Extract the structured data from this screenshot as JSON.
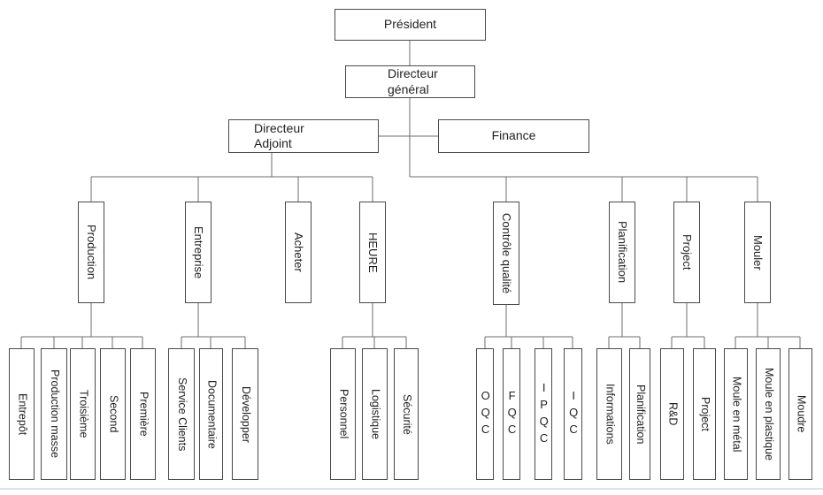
{
  "palette": {
    "box_border": "#4a4a4a",
    "connector_line": "#6e6e6e",
    "text": "#1f1f1f",
    "footer_rule": "#dde3ec",
    "background": "#ffffff"
  },
  "nodes": {
    "president": "Président",
    "directeur_general": "Directeur général",
    "directeur_adjoint": "Directeur Adjoint",
    "finance": "Finance",
    "production": "Production",
    "entreprise": "Entreprise",
    "acheter": "Acheter",
    "heure": "HEURE",
    "controle_qualite": "Contrôle qualité",
    "planification": "Planification",
    "project": "Project",
    "mouler": "Mouler",
    "entrepot": "Entrepôt",
    "production_masse": "Production masse",
    "troisieme": "Troisième",
    "second": "Second",
    "premiere": "Première",
    "service_clients": "Service Clients",
    "documentaire": "Documentaire",
    "developper": "Développer",
    "personnel": "Personnel",
    "logistique": "Logistique",
    "securite": "Sécurité",
    "oqc": "OQC",
    "fqc": "FQC",
    "ipqc": "IPQC",
    "iqc": "IQC",
    "informations": "Informations",
    "planification_ops": "Planification",
    "rd": "R&D",
    "project_team": "Project",
    "moule_metal": "Moule en métal",
    "moule_plastique": "Moule en plastique",
    "moudre": "Moudre"
  },
  "hierarchy": {
    "president": [
      "directeur_general"
    ],
    "directeur_general": [
      "directeur_adjoint",
      "finance"
    ],
    "directeur_adjoint": [
      "production",
      "entreprise",
      "acheter",
      "heure"
    ],
    "directeur_general_line": [
      "controle_qualite",
      "planification",
      "project",
      "mouler"
    ],
    "production": [
      "entrepot",
      "production_masse",
      "troisieme",
      "second",
      "premiere"
    ],
    "entreprise": [
      "service_clients",
      "documentaire",
      "developper"
    ],
    "acheter": [],
    "heure": [
      "personnel",
      "logistique",
      "securite"
    ],
    "controle_qualite": [
      "oqc",
      "fqc",
      "ipqc",
      "iqc"
    ],
    "planification": [
      "informations",
      "planification_ops"
    ],
    "project": [
      "rd",
      "project_team"
    ],
    "mouler": [
      "moule_metal",
      "moule_plastique",
      "moudre"
    ]
  }
}
